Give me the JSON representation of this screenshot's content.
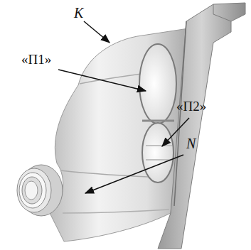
{
  "diagram": {
    "labels": [
      "K",
      "«П1»",
      "«П2»",
      "N"
    ]
  }
}
